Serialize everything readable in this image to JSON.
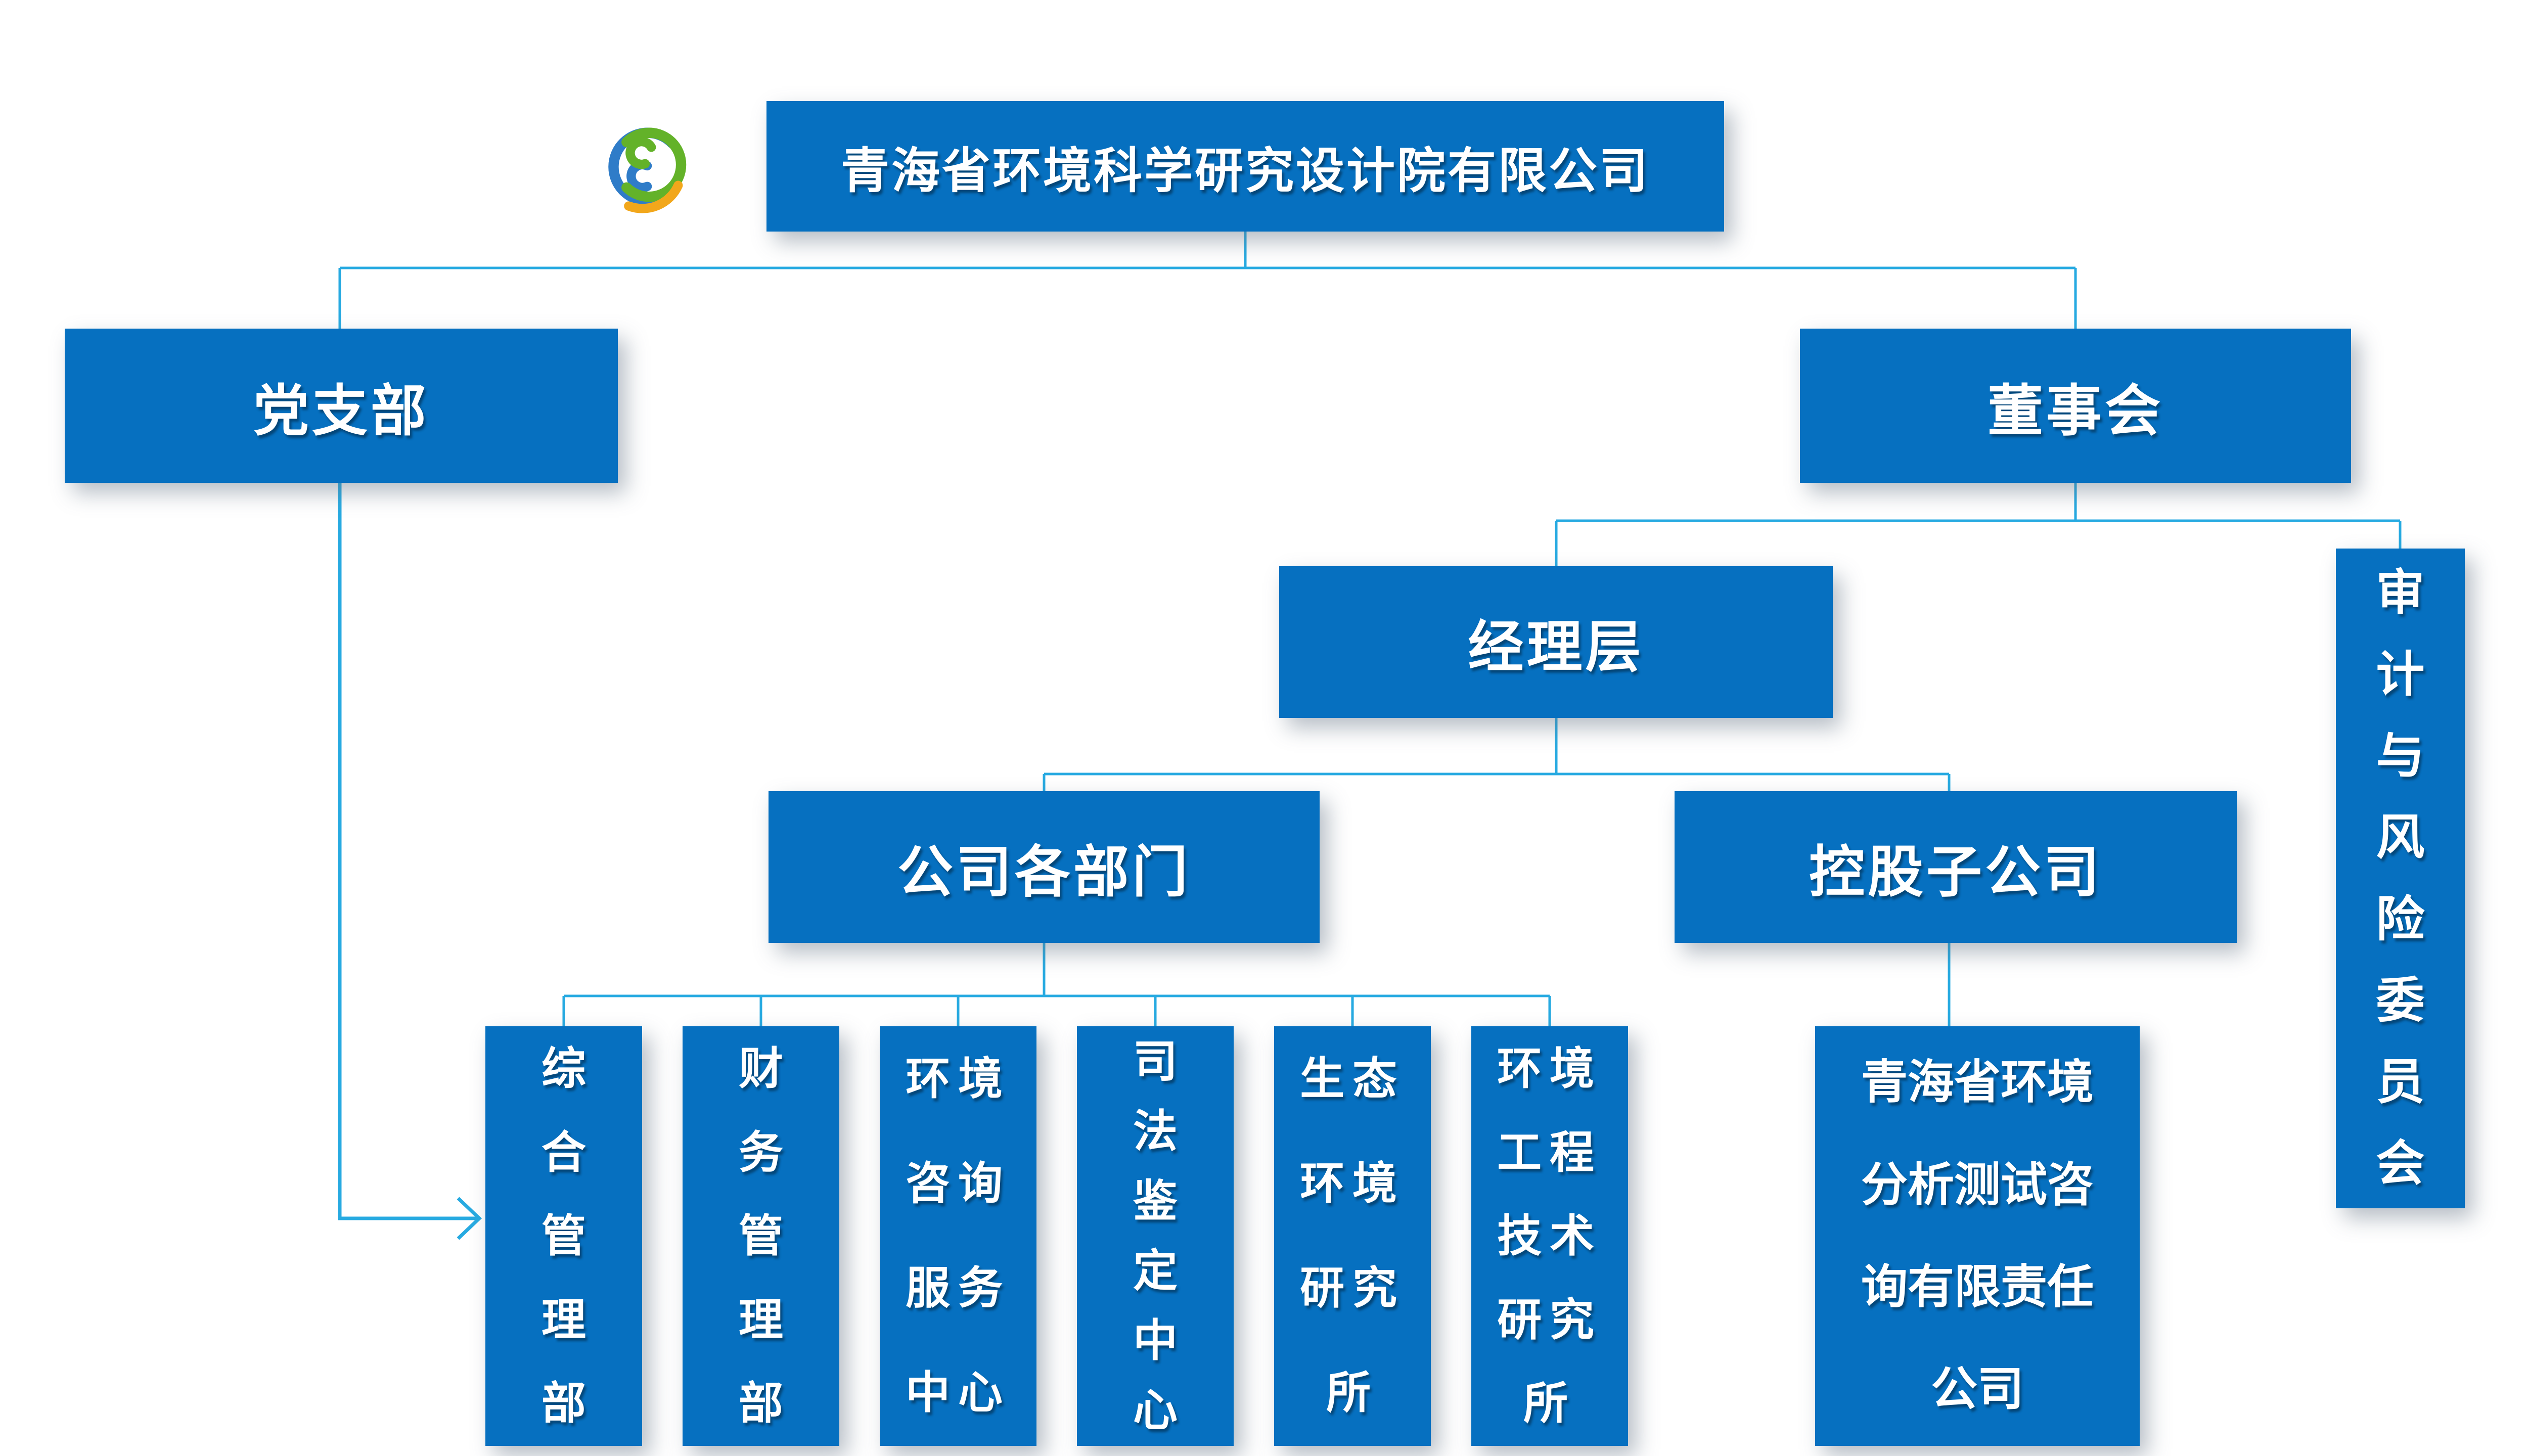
{
  "colors": {
    "node_fill": "#0670C0",
    "connector": "#27AAE1",
    "text": "#FFFFFF",
    "logo_blue": "#2F7CC8",
    "logo_green": "#63B229",
    "logo_yellow": "#F2A71B"
  },
  "icons": {
    "logo": "company-logo-swirl",
    "watermark": "company-logo-swirl-small"
  },
  "nodes": {
    "company": {
      "label": "青海省环境科学研究设计院有限公司"
    },
    "party_branch": {
      "label": "党支部"
    },
    "board": {
      "label": "董事会"
    },
    "management": {
      "label": "经理层"
    },
    "audit_risk_committee": {
      "label": "审\n计\n与\n风\n险\n委\n员\n会"
    },
    "departments": {
      "label": "公司各部门"
    },
    "subsidiaries": {
      "label": "控股子公司"
    },
    "dept_general_admin": {
      "label": "综\n合\n管\n理\n部"
    },
    "dept_finance": {
      "label": "财\n务\n管\n理\n部"
    },
    "dept_env_consulting": {
      "label": "环境\n咨询\n服务\n中心"
    },
    "dept_judicial_appraisal": {
      "label": "司\n法\n鉴\n定\n中\n心"
    },
    "dept_eco_env_institute": {
      "label": "生态\n环境\n研究\n所"
    },
    "dept_env_eng_institute": {
      "label": "环境\n工程\n技术\n研究\n所"
    },
    "subsidiary_company": {
      "label": "青海省环境\n分析测试咨\n询有限责任\n公司"
    }
  }
}
